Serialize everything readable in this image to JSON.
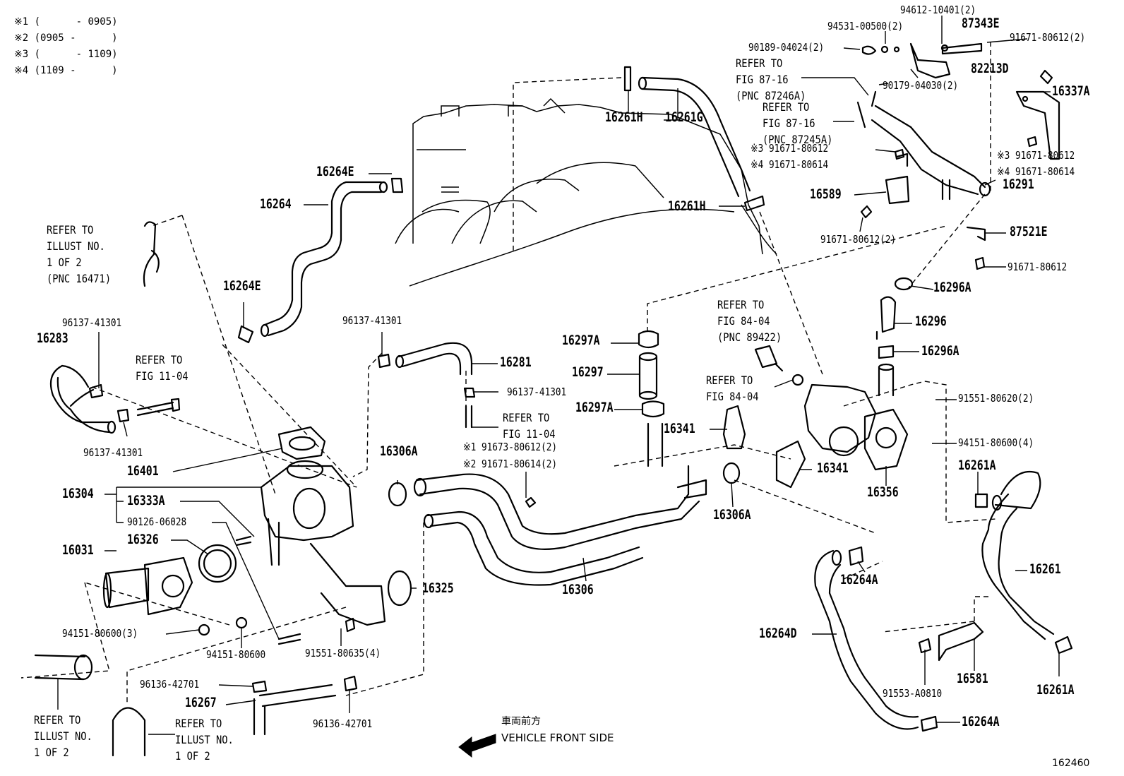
{
  "notes": [
    "※1 (      - 0905)",
    "※2 (0905 -      )",
    "※3 (      - 1109)",
    "※4 (1109 -      )"
  ],
  "refs": {
    "fig_87_16_a": "REFER TO\nFIG 87-16\n(PNC 87246A)",
    "fig_87_16_b": "REFER TO\nFIG 87-16\n(PNC 87245A)",
    "illust_16471": "REFER TO\nILLUST NO.\n1 OF 2\n(PNC 16471)",
    "fig_11_04_a": "REFER TO\nFIG 11-04",
    "fig_11_04_b": "REFER TO\nFIG 11-04",
    "fig_84_04_a": "REFER TO\nFIG 84-04\n(PNC 89422)",
    "fig_84_04_b": "REFER TO\nFIG 84-04",
    "illust_1of2_a": "REFER TO\nILLUST NO.\n1 OF 2",
    "illust_1of2_b": "REFER TO\nILLUST NO.\n1 OF 2"
  },
  "parts": {
    "p94612": "94612-10401(2)",
    "p87343E": "87343E",
    "p94531": "94531-00500(2)",
    "p90189": "90189-04024(2)",
    "p91671_80612_2_top": "91671-80612(2)",
    "p82213D": "82213D",
    "p90179": "90179-04030(2)",
    "p16337A": "16337A",
    "p16261H_top": "16261H",
    "p16261G": "16261G",
    "p16264E_top": "16264E",
    "p16264": "16264",
    "p16261H_mid": "16261H",
    "p91671_80612_n3": "※3 91671-80612",
    "p91671_80614_n4": "※4 91671-80614",
    "p91671_80612_n3_r": "※3 91671-80612",
    "p91671_80614_n4_r": "※4 91671-80614",
    "p16291": "16291",
    "p16589": "16589",
    "p91671_80612_2_mid": "91671-80612(2)",
    "p87521E": "87521E",
    "p91671_80612_r": "91671-80612",
    "p16264E_left": "16264E",
    "p16296A_top": "16296A",
    "p96137_41301_a": "96137-41301",
    "p96137_41301_b": "96137-41301",
    "p16296": "16296",
    "p16283": "16283",
    "p16297A_top": "16297A",
    "p16281": "16281",
    "p16296A_bot": "16296A",
    "p16297": "16297",
    "p96137_41301_c": "96137-41301",
    "p16297A_bot": "16297A",
    "p91551_80620": "91551-80620(2)",
    "p96137_41301_d": "96137-41301",
    "p16341_a": "16341",
    "p94151_80600_4": "94151-80600(4)",
    "p16306A_a": "16306A",
    "p91673_80612_n1": "※1 91673-80612(2)",
    "p91671_80614_n2": "※2 91671-80614(2)",
    "p16261A_top": "16261A",
    "p16401": "16401",
    "p16341_b": "16341",
    "p16304": "16304",
    "p16356": "16356",
    "p16333A": "16333A",
    "p90126": "90126-06028",
    "p16306A_b": "16306A",
    "p16031": "16031",
    "p16326": "16326",
    "p16261": "16261",
    "p16264A_mid": "16264A",
    "p16325": "16325",
    "p16306": "16306",
    "p94151_80600_3": "94151-80600(3)",
    "p16264D": "16264D",
    "p94151_80600": "94151-80600",
    "p91551_80635": "91551-80635(4)",
    "p16581": "16581",
    "p16261A_bot": "16261A",
    "p91553": "91553-A0810",
    "p96136_42701_a": "96136-42701",
    "p16267": "16267",
    "p96136_42701_b": "96136-42701",
    "p16264A_bot": "16264A"
  },
  "legend": {
    "jp": "車両前方",
    "en": "VEHICLE FRONT SIDE"
  },
  "figure_id": "162460"
}
